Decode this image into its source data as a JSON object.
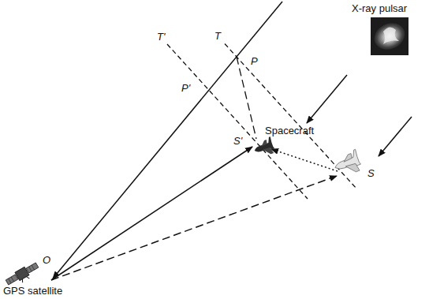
{
  "diagram": {
    "labels": [
      "X-ray pulsar",
      "T'",
      "T",
      "P",
      "P'",
      "Spacecraft",
      "S'",
      "S",
      "O",
      "GPS satellite"
    ]
  }
}
